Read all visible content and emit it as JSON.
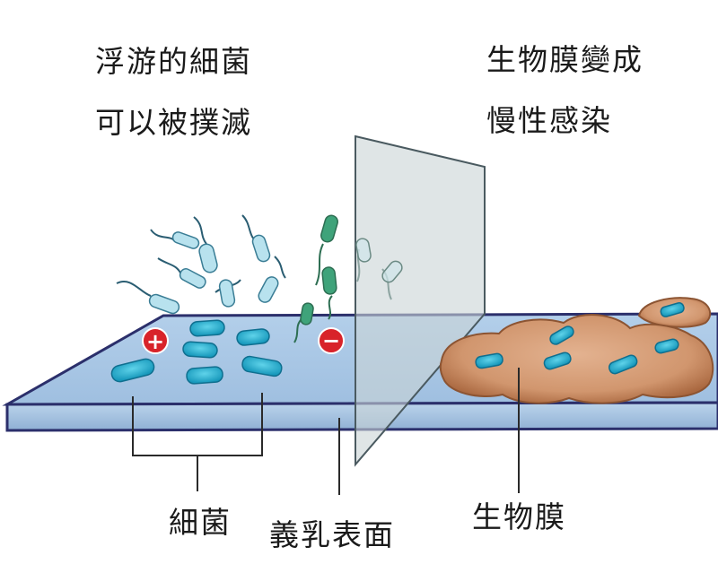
{
  "captions": {
    "left_line1": "浮游的細菌",
    "left_line2": "可以被撲滅",
    "right_line1": "生物膜變成",
    "right_line2": "慢性感染"
  },
  "labels": {
    "bacteria": "細菌",
    "surface": "義乳表面",
    "biofilm": "生物膜"
  },
  "charge_marks": {
    "positive": "+",
    "negative": "−"
  },
  "colors": {
    "surface_top": "#a9c6e3",
    "surface_edge": "#2b2f6b",
    "bacteria_attached": "#2bb6d4",
    "bacteria_floating": "#b8e2ee",
    "bacteria_green": "#3fa37a",
    "biofilm": "#c8865c",
    "charge_marker": "#d8232a"
  }
}
